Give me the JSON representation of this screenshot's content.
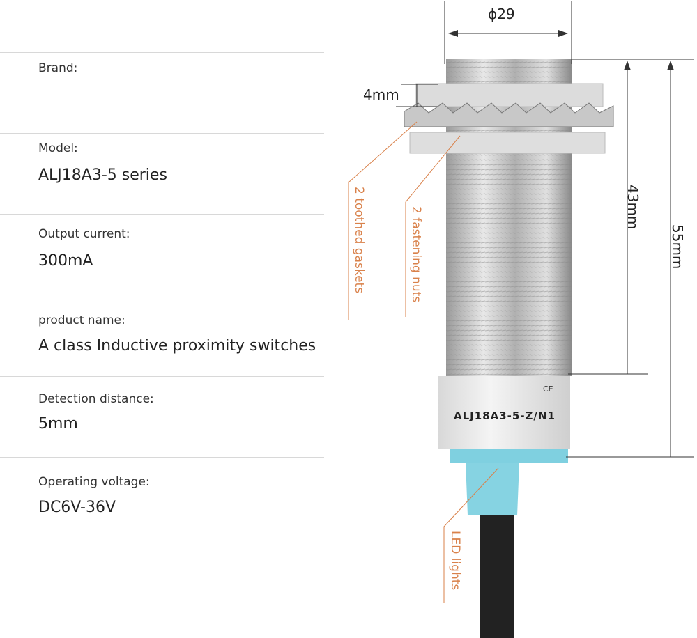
{
  "specs": [
    {
      "label": "Brand:",
      "value": ""
    },
    {
      "label": "Model:",
      "value": "ALJ18A3-5 series"
    },
    {
      "label": "Output current:",
      "value": "300mA"
    },
    {
      "label": "product name:",
      "value": "A class Inductive proximity switches"
    },
    {
      "label": "Detection distance:",
      "value": "5mm"
    },
    {
      "label": "Operating voltage:",
      "value": "DC6V-36V"
    }
  ],
  "diagram": {
    "diameter": "ϕ29",
    "nut_thickness": "4mm",
    "length_thread": "43mm",
    "length_total": "55mm",
    "callout_gaskets": "2 toothed gaskets",
    "callout_nuts": "2 fastening nuts",
    "callout_led": "LED lights",
    "sensor_label": "ALJ18A3-5-Z/N1",
    "ce_mark": "CE"
  },
  "colors": {
    "callout": "#d9814a",
    "cap": "#7fd0e0",
    "cable": "#222222"
  }
}
